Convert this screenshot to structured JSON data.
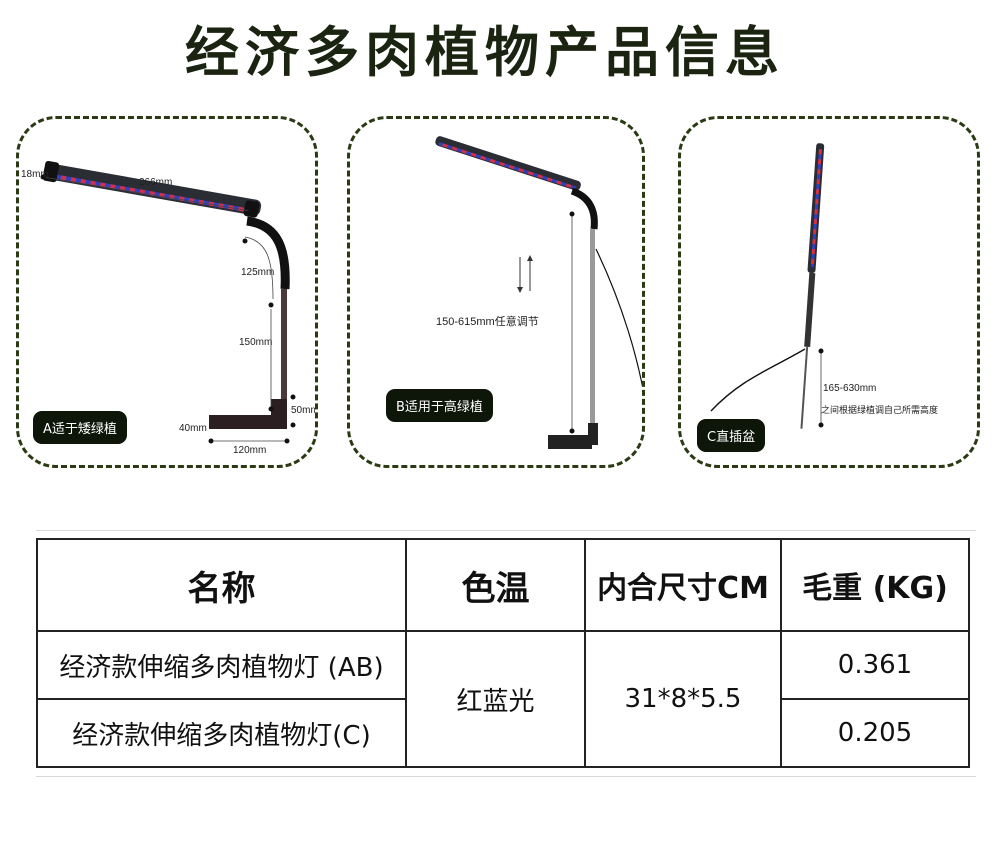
{
  "title": "经济多肉植物产品信息",
  "panels": {
    "a": {
      "badge": "A适于矮绿植",
      "dims": {
        "d18": "18mm",
        "d266": "266mm",
        "d125": "125mm",
        "d150": "150mm",
        "d50": "50mm",
        "d40": "40mm",
        "d120": "120mm"
      }
    },
    "b": {
      "badge": "B适用于高绿植",
      "adjust": "150-615mm任意调节"
    },
    "c": {
      "badge": "C直插盆",
      "range": "165-630mm",
      "note": "之间根据绿植调自己所需高度"
    }
  },
  "table": {
    "headers": [
      "名称",
      "色温",
      "内合尺寸CM",
      "毛重 (KG)"
    ],
    "rows": [
      {
        "name": "经济款伸缩多肉植物灯 (AB)",
        "weight": "0.361"
      },
      {
        "name": "经济款伸缩多肉植物灯(C)",
        "weight": "0.205"
      }
    ],
    "shared_color": "红蓝光",
    "shared_size": "31*8*5.5"
  },
  "colors": {
    "accent": "#2a3a12",
    "badge_bg": "#0d1608",
    "led_red": "#d0304a",
    "led_blue": "#3040c0"
  }
}
